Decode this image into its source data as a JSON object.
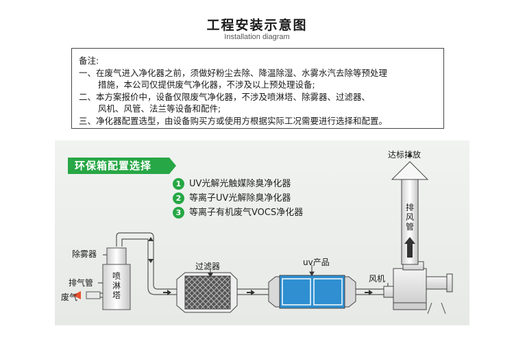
{
  "title": "工程安装示意图",
  "subtitle": "Installation diagram",
  "notes": {
    "heading": "备注:",
    "line1": "一、在废气进入净化器之前，须做好粉尘去除、降温除湿、水雾水汽去除等预处理",
    "line1b": "措施，本公司仅提供废气净化器，不涉及以上预处理设备;",
    "line2": "二、本方案报价中，设备仅限废气净化器，不涉及喷淋塔、除雾器、过滤器、",
    "line2b": "风机、风管、法兰等设备和配件;",
    "line3": "三、净化器配置选型，由设备购买方或使用方根据实际工况需要进行选择和配置。"
  },
  "panel": {
    "banner": "环保箱配置选择",
    "options": [
      {
        "num": "1",
        "text": "UV光解光触媒除臭净化器"
      },
      {
        "num": "2",
        "text": "等离子UV光解除臭净化器"
      },
      {
        "num": "3",
        "text": "等离子有机废气VOCS净化器"
      }
    ],
    "colors": {
      "accent": "#27a745",
      "equipment": "#2f8fd0"
    }
  },
  "labels": {
    "exhaust_release": "达标排放",
    "exhaust_duct": "排风管",
    "fan": "风机",
    "uv_product": "uv产品",
    "filter": "过滤器",
    "demister": "除雾器",
    "spray_tower": "喷淋塔",
    "exhaust_pipe": "排气管",
    "waste_gas": "废气"
  }
}
